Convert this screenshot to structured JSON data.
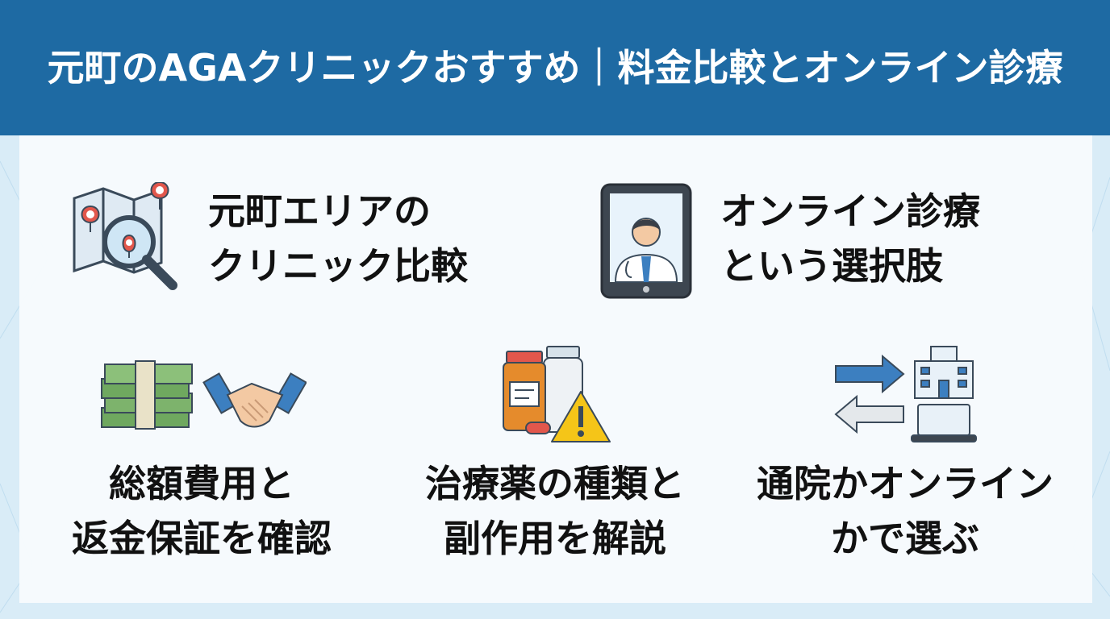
{
  "header": {
    "title": "元町のAGAクリニックおすすめ｜料金比較とオンライン診療"
  },
  "items": [
    {
      "icon": "map-search-icon",
      "lines": [
        "元町エリアの",
        "クリニック比較"
      ]
    },
    {
      "icon": "tablet-doctor-icon",
      "lines": [
        "オンライン診療",
        "という選択肢"
      ]
    },
    {
      "icon": "money-handshake-icon",
      "lines": [
        "総額費用と",
        "返金保証を確認"
      ]
    },
    {
      "icon": "medicine-warning-icon",
      "lines": [
        "治療薬の種類と",
        "副作用を解説"
      ]
    },
    {
      "icon": "clinic-online-icon",
      "lines": [
        "通院かオンライン",
        "かで選ぶ"
      ]
    }
  ],
  "colors": {
    "header": "#1e6aa3",
    "accent_blue": "#3c7fc0",
    "pin_red": "#e2574c",
    "money_green": "#5e9b4f",
    "pill_orange": "#e58b2c",
    "warning_yellow": "#f5c518"
  }
}
